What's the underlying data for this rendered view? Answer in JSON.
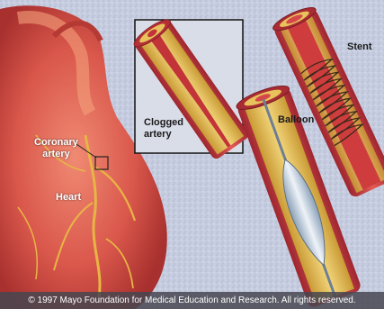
{
  "labels": {
    "stent": "Stent",
    "balloon": "Balloon",
    "clogged_line1": "Clogged",
    "clogged_line2": "artery",
    "coronary_line1": "Coronary",
    "coronary_line2": "artery",
    "heart": "Heart"
  },
  "copyright": "© 1997 Mayo Foundation for Medical Education and Research. All rights reserved.",
  "colors": {
    "background": "#c9cfe0",
    "heart": "#d9534a",
    "artery_wall": "#c8323a",
    "plaque": "#e8c25a",
    "stent_coil": "#3a2a1a"
  }
}
